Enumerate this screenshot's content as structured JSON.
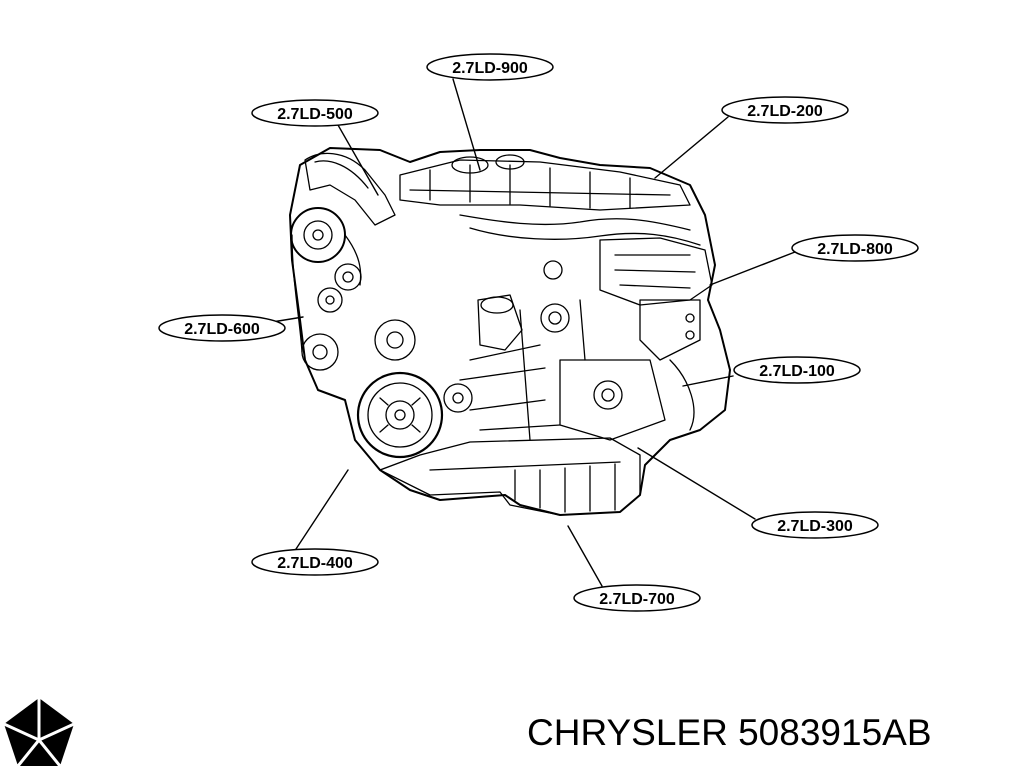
{
  "callouts": [
    {
      "id": "2.7LD-900",
      "label": "2.7LD-900"
    },
    {
      "id": "2.7LD-500",
      "label": "2.7LD-500"
    },
    {
      "id": "2.7LD-200",
      "label": "2.7LD-200"
    },
    {
      "id": "2.7LD-800",
      "label": "2.7LD-800"
    },
    {
      "id": "2.7LD-600",
      "label": "2.7LD-600"
    },
    {
      "id": "2.7LD-100",
      "label": "2.7LD-100"
    },
    {
      "id": "2.7LD-300",
      "label": "2.7LD-300"
    },
    {
      "id": "2.7LD-400",
      "label": "2.7LD-400"
    },
    {
      "id": "2.7LD-700",
      "label": "2.7LD-700"
    }
  ],
  "footer": {
    "brand": "CHRYSLER",
    "part_number": "5083915AB"
  },
  "colors": {
    "line": "#000000",
    "background": "#ffffff"
  },
  "icons": {
    "logo": "chrysler-pentastar-logo"
  }
}
